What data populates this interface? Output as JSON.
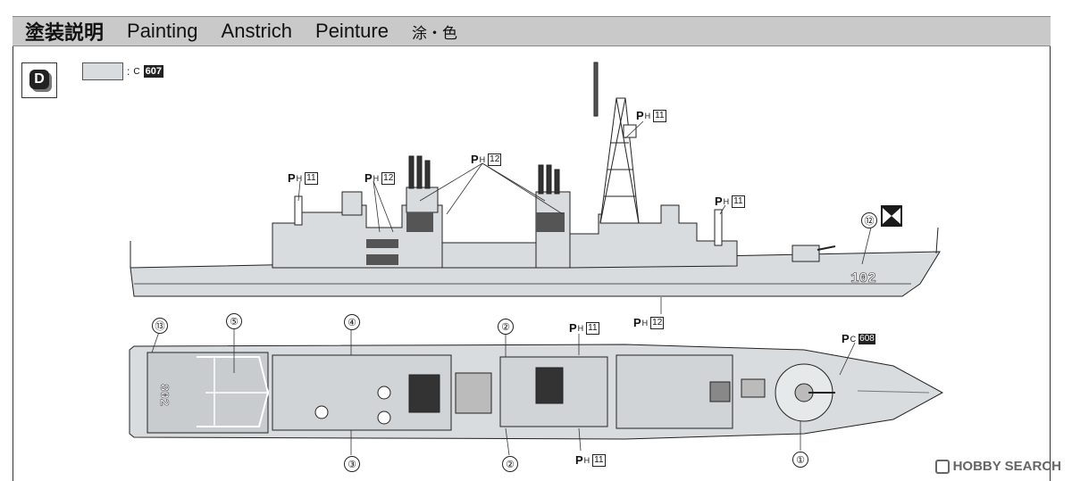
{
  "header": {
    "ja_title": "塗装説明",
    "en": "Painting",
    "de": "Anstrich",
    "fr": "Peinture",
    "zh": "涂・色"
  },
  "badge": "D",
  "legend": {
    "prefix": ":",
    "sub": "C",
    "code": "607",
    "swatch_color": "#d8dcde"
  },
  "side_labels": [
    {
      "p": "P",
      "sub": "H",
      "num": "11"
    },
    {
      "p": "P",
      "sub": "H",
      "num": "12"
    },
    {
      "p": "P",
      "sub": "H",
      "num": "12"
    },
    {
      "p": "P",
      "sub": "H",
      "num": "11"
    },
    {
      "p": "P",
      "sub": "H",
      "num": "11"
    },
    {
      "p": "P",
      "sub": "H",
      "num": "12"
    }
  ],
  "hull_number": "102",
  "deck_number": "802",
  "flag_circle": "⑫",
  "plan_labels": [
    {
      "p": "P",
      "sub": "H",
      "num": "11"
    },
    {
      "p": "P",
      "sub": "C",
      "num": "608"
    },
    {
      "p": "P",
      "sub": "H",
      "num": "11"
    }
  ],
  "callouts": [
    "⑬",
    "⑤",
    "④",
    "②",
    "①",
    "③",
    "②"
  ],
  "watermark": "HOBBY SEARCH"
}
